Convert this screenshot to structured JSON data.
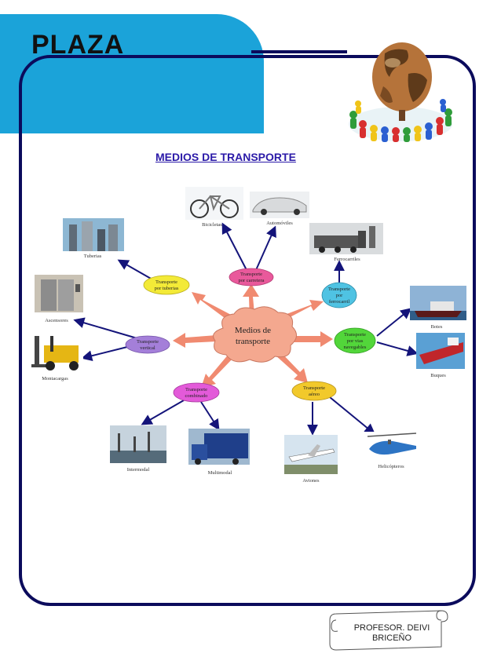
{
  "header": {
    "title": "PLAZA"
  },
  "section": {
    "title": "MEDIOS DE TRANSPORTE"
  },
  "diagram": {
    "center": {
      "line1": "Medios de",
      "line2": "transporte"
    },
    "nodes": {
      "carretera": {
        "line1": "Transporte",
        "line2": "por carretera",
        "color": "#e9599b"
      },
      "tuberias": {
        "line1": "Transporte",
        "line2": "por tuberias",
        "color": "#f3ea37"
      },
      "ferrocarril": {
        "line1": "Transporte",
        "line2": "por",
        "line3": "ferrocarril",
        "color": "#4fc3e3"
      },
      "vias_navegables": {
        "line1": "Transporte",
        "line2": "por vias",
        "line3": "navegables",
        "color": "#52d63a"
      },
      "vertical": {
        "line1": "Transporte",
        "line2": "vertical",
        "color": "#a47fd9"
      },
      "combinado": {
        "line1": "Transporte",
        "line2": "combinado",
        "color": "#e35ad9"
      },
      "aereo": {
        "line1": "Transporte",
        "line2": "aéreo",
        "color": "#f2c92b"
      }
    },
    "items": {
      "bicicletas": "Bicicletas",
      "automoviles": "Automóviles",
      "ferrocarriles": "Ferrocarriles",
      "tuberias": "Tuberias",
      "ascensores": "Ascensores",
      "montacargas": "Montacargas",
      "botes": "Botes",
      "buques": "Buques",
      "intermodal": "Intermodal",
      "multimodal": "Multimodal",
      "aviones": "Aviones",
      "helicopteros": "Helicópteros"
    }
  },
  "footer": {
    "line1": "PROFESOR. DEIVI",
    "line2": "BRICEÑO"
  },
  "colors": {
    "frame": "#0b0b5c",
    "header": "#1ba3d9",
    "title_link": "#2b1aa8",
    "center_cloud": "#f4a88f",
    "thick_arrow": "#f08a70",
    "thin_arrow": "#14147a"
  }
}
